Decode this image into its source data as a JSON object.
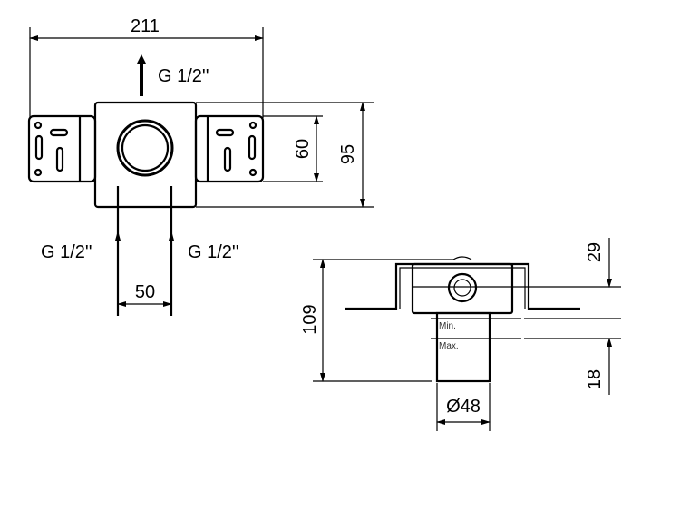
{
  "front_view": {
    "width_dim": "211",
    "inlet_top_label": "G 1/2''",
    "inlet_left_label": "G 1/2''",
    "inlet_right_label": "G 1/2''",
    "pipe_spacing_dim": "50",
    "bracket_height_dim": "60",
    "box_height_dim": "95"
  },
  "side_view": {
    "total_height_dim": "109",
    "diameter_dim": "Ø48",
    "top_dim": "29",
    "bottom_dim": "18",
    "min_label": "Min.",
    "max_label": "Max."
  }
}
